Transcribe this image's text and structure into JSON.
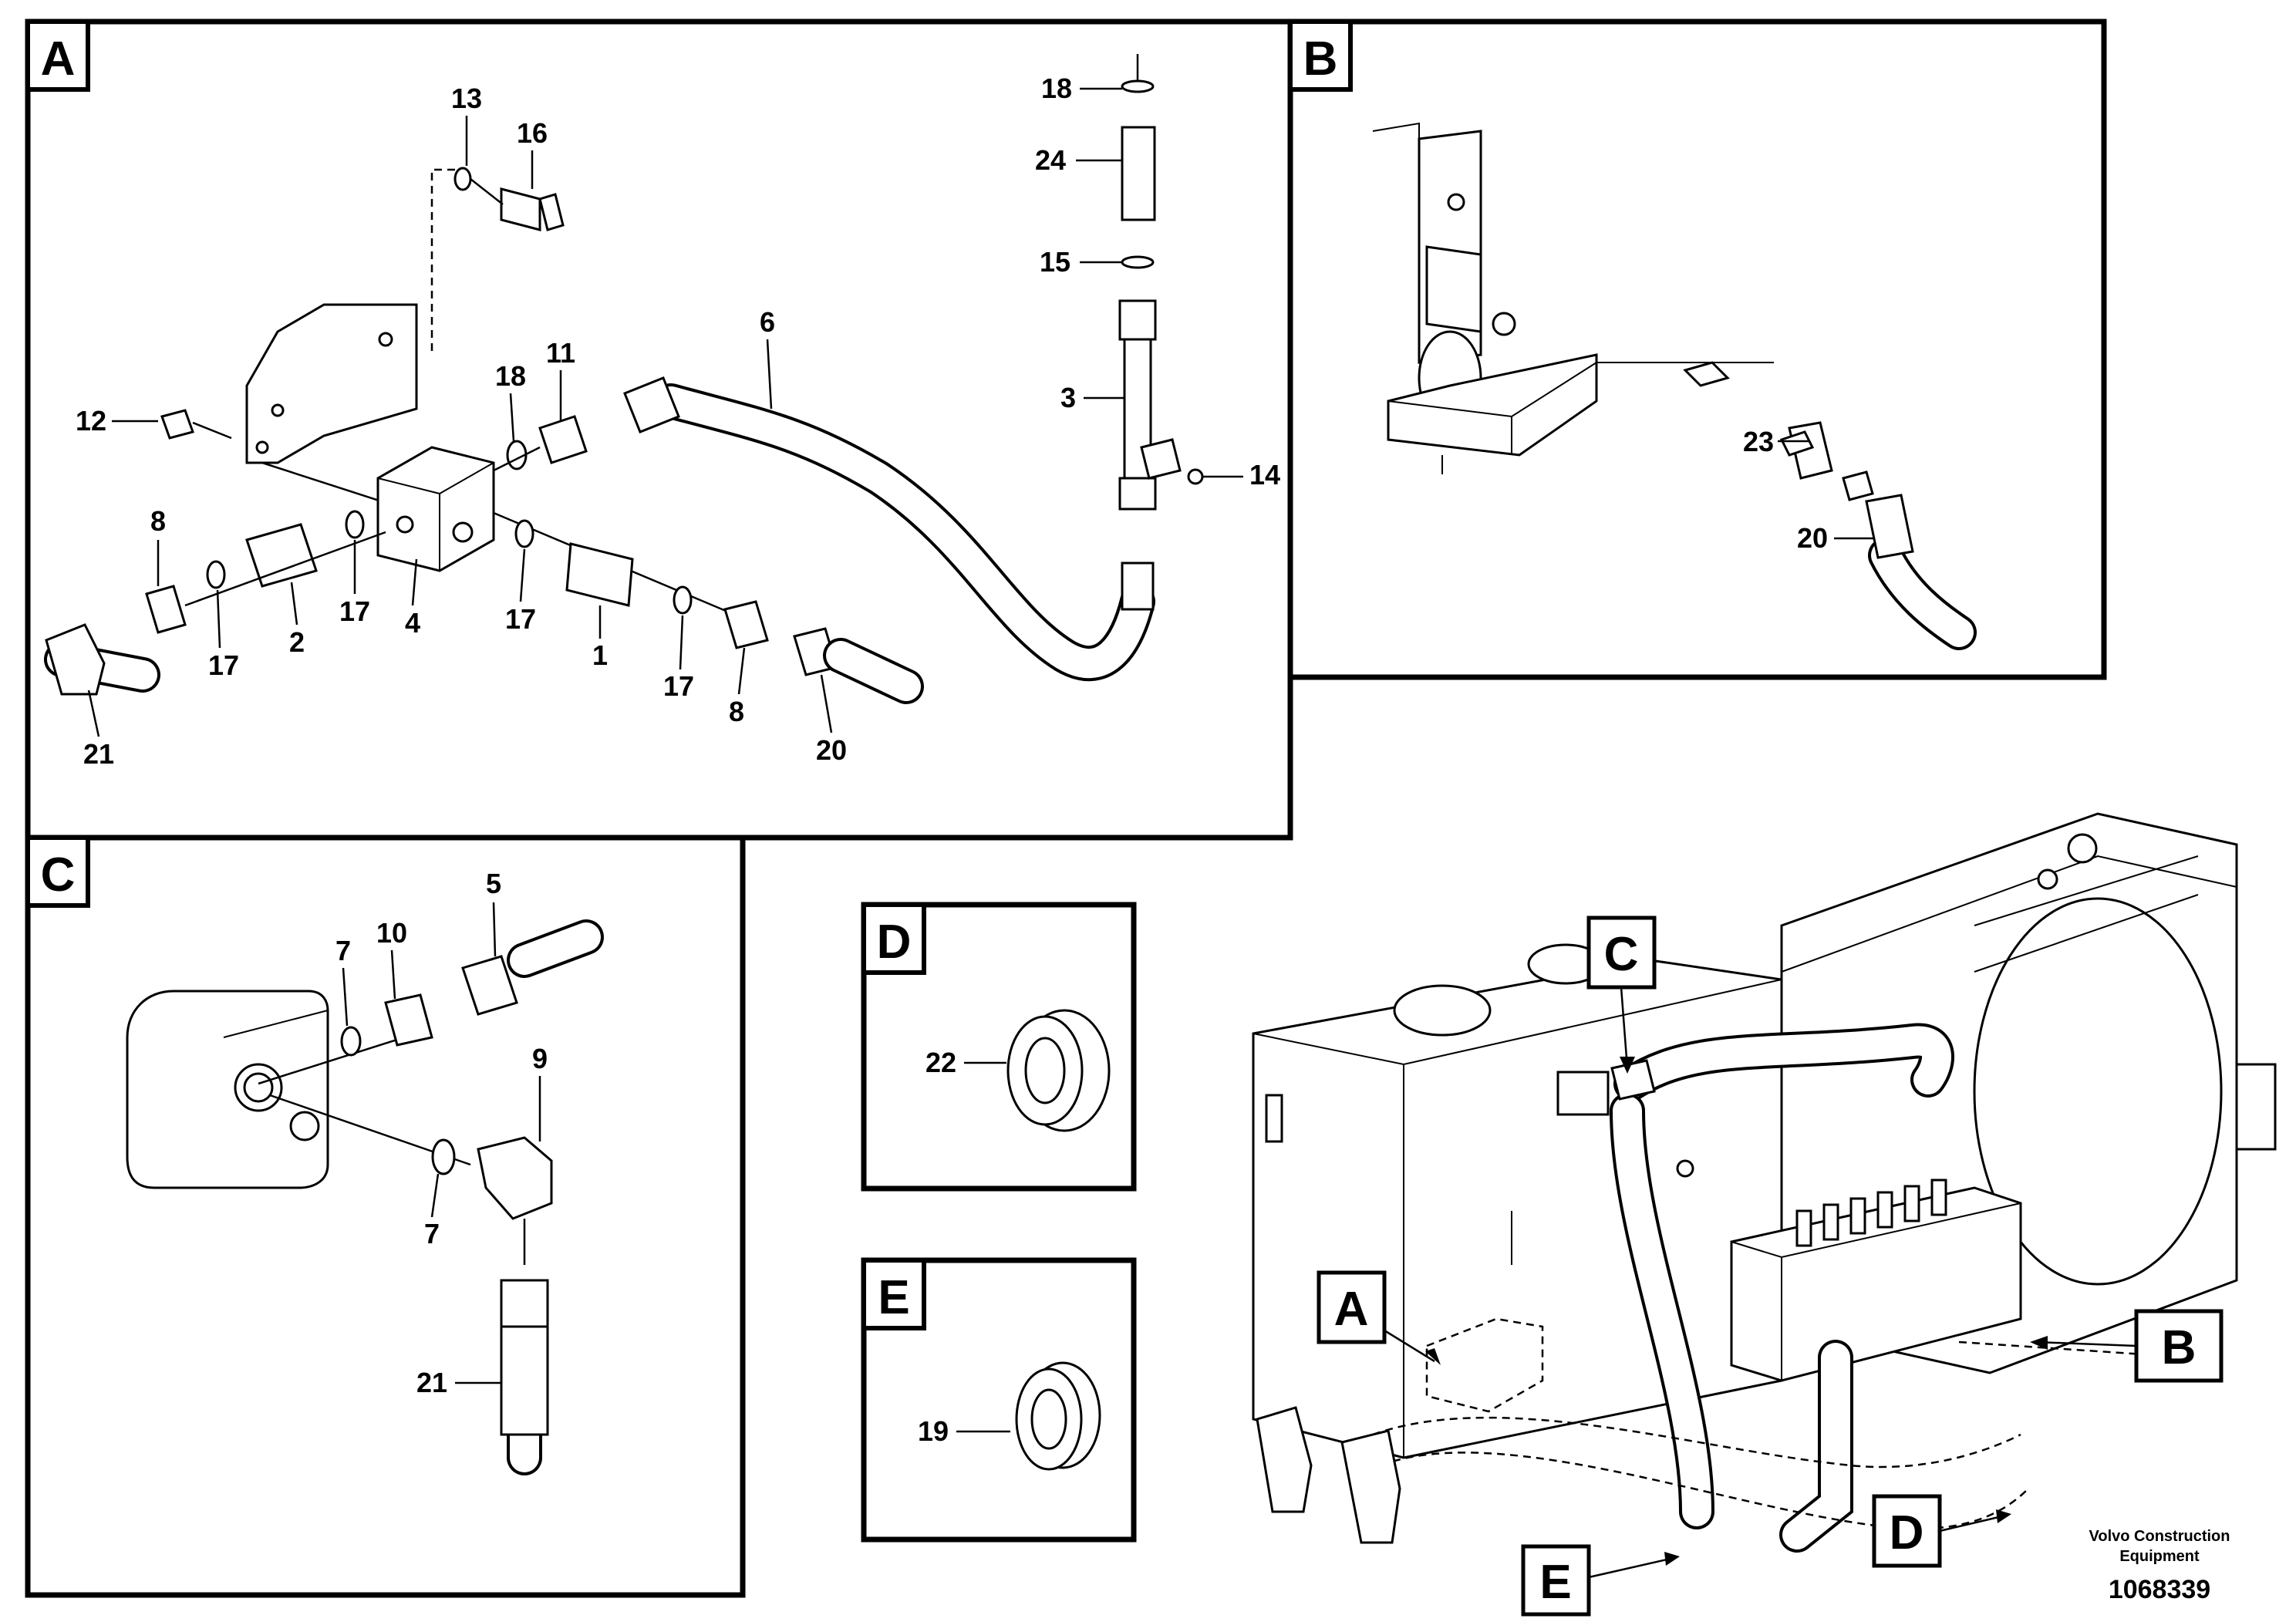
{
  "panels": {
    "a": "A",
    "b": "B",
    "c": "C",
    "d": "D",
    "e": "E"
  },
  "callouts": {
    "a": [
      "13",
      "16",
      "12",
      "18",
      "11",
      "6",
      "18",
      "24",
      "15",
      "3",
      "14",
      "8",
      "17",
      "2",
      "17",
      "4",
      "17",
      "1",
      "17",
      "8",
      "21",
      "20"
    ],
    "b": [
      "23",
      "20"
    ],
    "c": [
      "5",
      "10",
      "7",
      "9",
      "7",
      "21"
    ],
    "d": [
      "22"
    ],
    "e": [
      "19"
    ]
  },
  "overview_labels": [
    "C",
    "A",
    "B",
    "D",
    "E"
  ],
  "footer": {
    "brand_line1": "Volvo Construction",
    "brand_line2": "Equipment",
    "document_number": "1068339"
  }
}
